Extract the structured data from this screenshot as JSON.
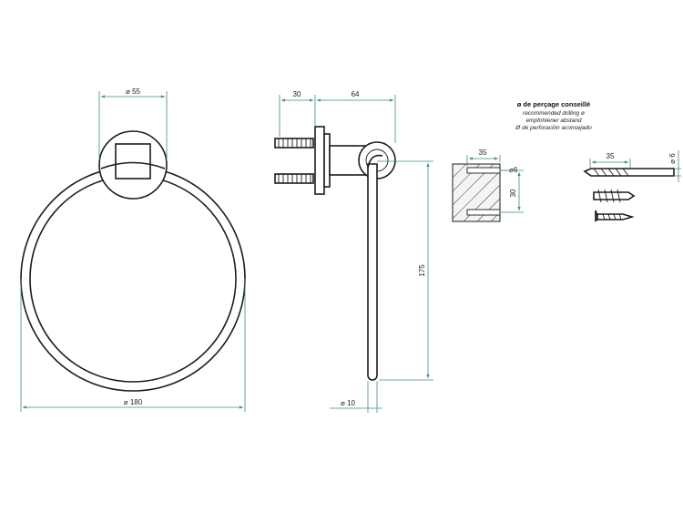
{
  "front_view": {
    "rosette_diameter": "55",
    "ring_diameter": "180"
  },
  "side_view": {
    "base_depth": "30",
    "arm_projection": "64",
    "ring_drop": "175",
    "rod_diameter": "10"
  },
  "drilling_note": {
    "title": "ø de perçage conseillé",
    "lines": [
      "recommended drilling ø",
      "empfohlener abstand",
      "Ø de perforación aconsejado"
    ]
  },
  "wall_block": {
    "hole_depth": "35",
    "hole_diameter": "6",
    "hole_spacing": "30"
  },
  "drill_bit": {
    "length": "35",
    "diameter": "6"
  },
  "colors": {
    "outline": "#1c1c1c",
    "dimension": "#3f8a8a"
  }
}
